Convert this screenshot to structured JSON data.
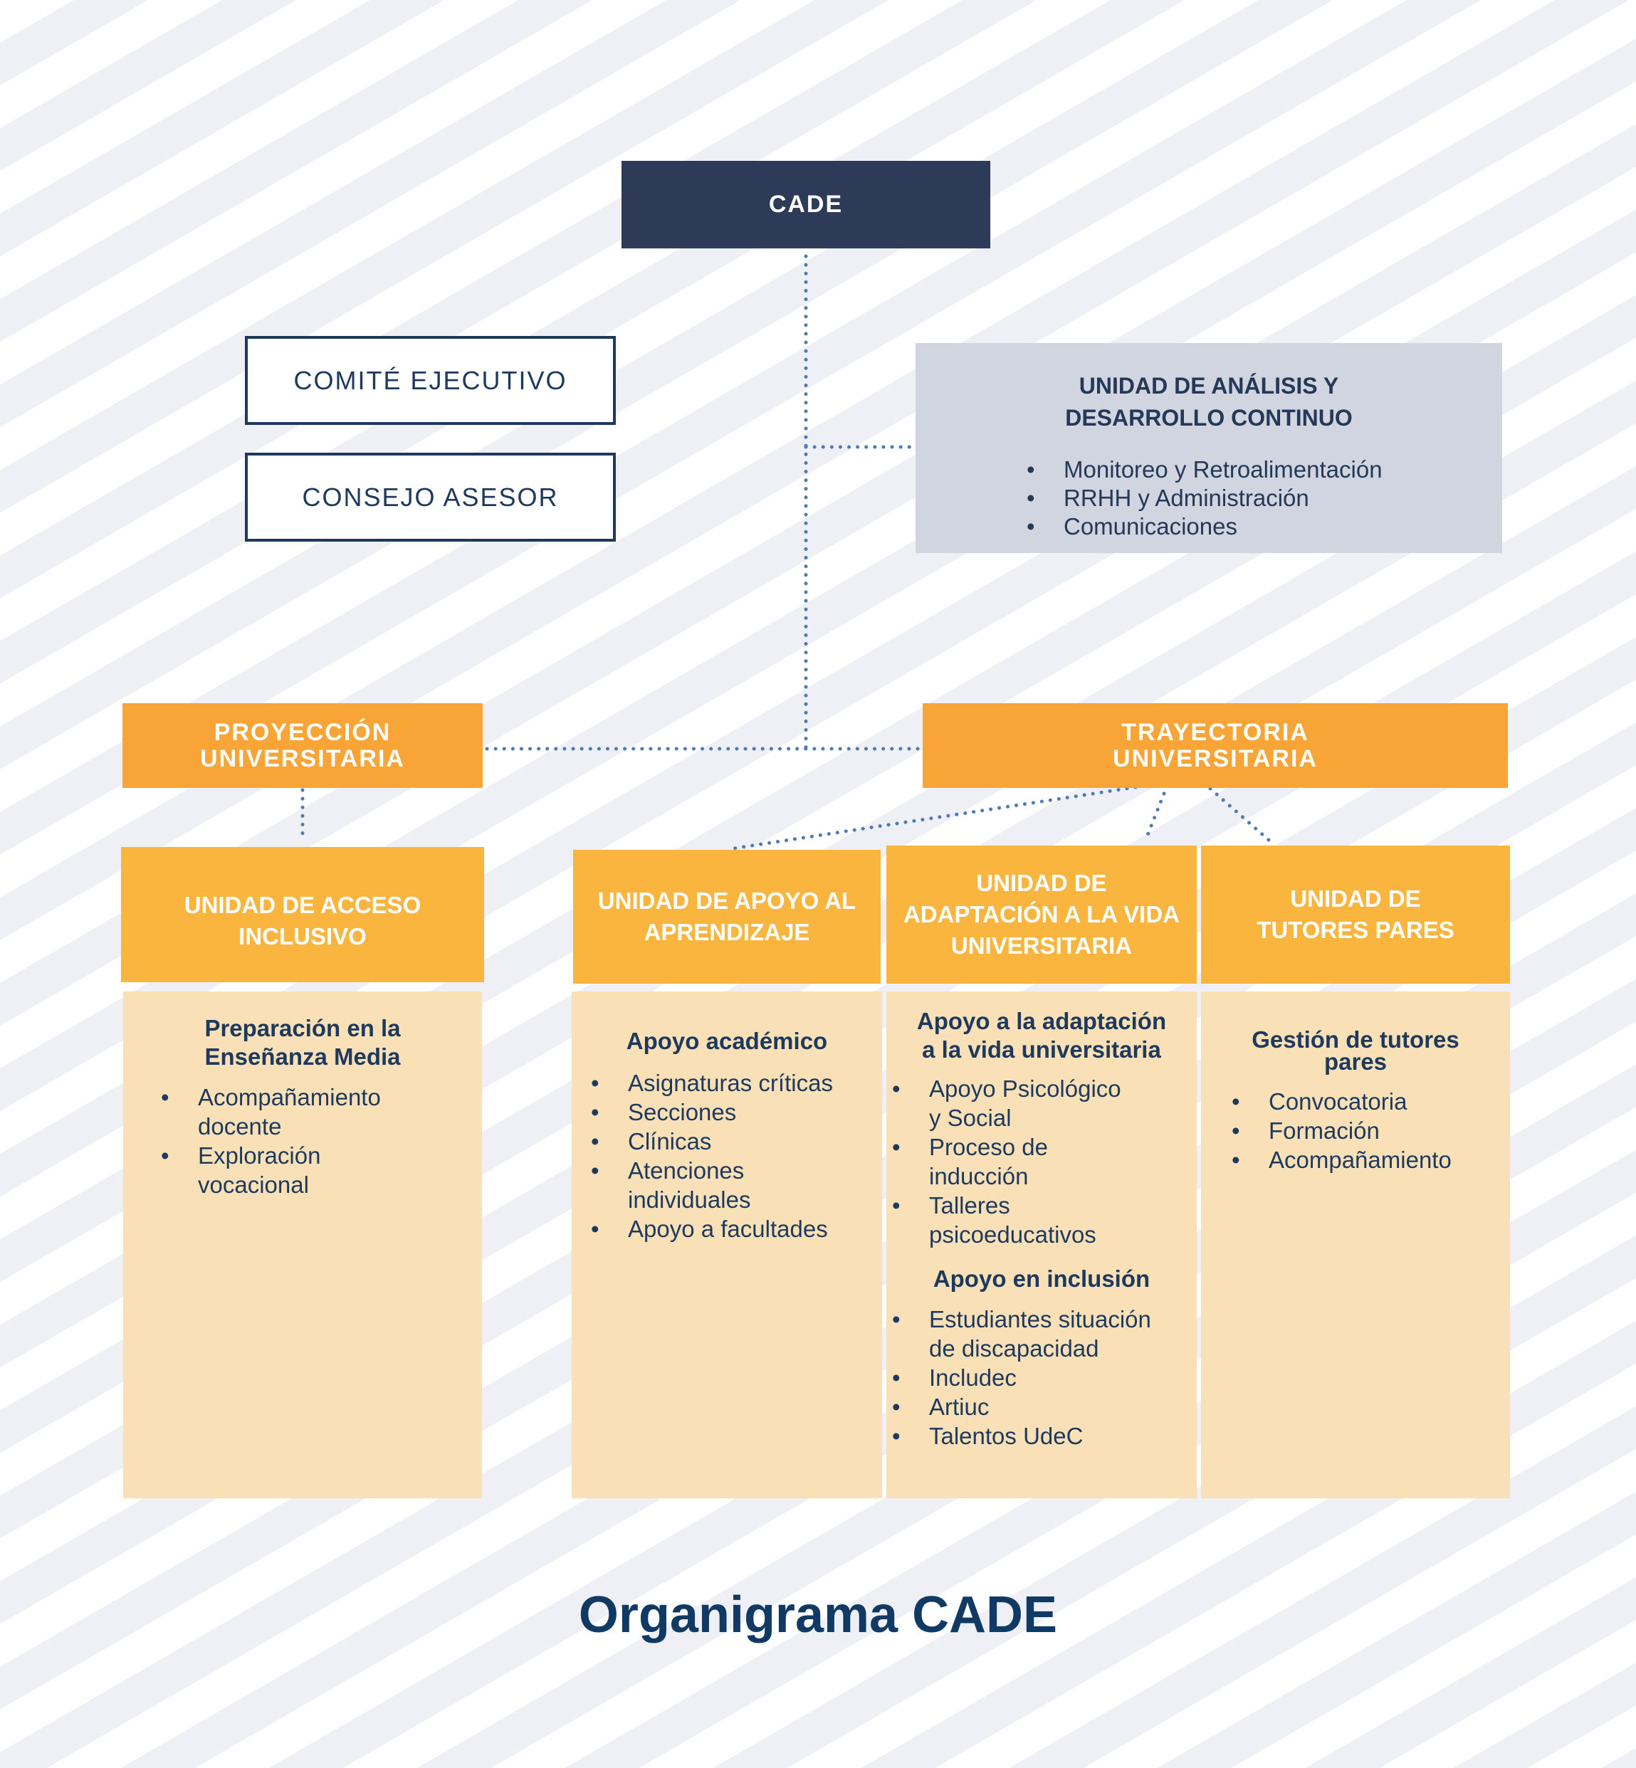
{
  "title": "Organigrama CADE",
  "root": {
    "label": "CADE"
  },
  "advisory": {
    "comite": "COMITÉ EJECUTIVO",
    "consejo": "CONSEJO ASESOR"
  },
  "analysis_unit": {
    "title_line1": "UNIDAD DE ANÁLISIS Y",
    "title_line2": "DESARROLLO CONTINUO",
    "items": [
      "Monitoreo y Retroalimentación",
      "RRHH y Administración",
      "Comunicaciones"
    ]
  },
  "branches": {
    "proyeccion": {
      "line1": "PROYECCIÓN",
      "line2": "UNIVERSITARIA"
    },
    "trayectoria": {
      "line1": "TRAYECTORIA",
      "line2": "UNIVERSITARIA"
    }
  },
  "units": [
    {
      "head": [
        "UNIDAD DE ACCESO",
        "INCLUSIVO"
      ],
      "sections": [
        {
          "title": [
            "Preparación en la",
            "Enseñanza Media"
          ],
          "items": [
            [
              "Acompañamiento",
              "docente"
            ],
            [
              "Exploración",
              "vocacional"
            ]
          ]
        }
      ]
    },
    {
      "head": [
        "UNIDAD DE APOYO AL",
        "APRENDIZAJE"
      ],
      "sections": [
        {
          "title": [
            "Apoyo académico"
          ],
          "items": [
            [
              "Asignaturas críticas"
            ],
            [
              "Secciones"
            ],
            [
              "Clínicas"
            ],
            [
              "Atenciones",
              "individuales"
            ],
            [
              "Apoyo a facultades"
            ]
          ]
        }
      ]
    },
    {
      "head": [
        "UNIDAD DE",
        "ADAPTACIÓN A LA VIDA",
        "UNIVERSITARIA"
      ],
      "sections": [
        {
          "title": [
            "Apoyo a la adaptación",
            "a la vida universitaria"
          ],
          "items": [
            [
              "Apoyo Psicológico",
              "y Social"
            ],
            [
              "Proceso de",
              "inducción"
            ],
            [
              "Talleres",
              "psicoeducativos"
            ]
          ]
        },
        {
          "title": [
            "Apoyo en inclusión"
          ],
          "items": [
            [
              "Estudiantes situación",
              "de discapacidad"
            ],
            [
              "Includec"
            ],
            [
              "Artiuc"
            ],
            [
              "Talentos UdeC"
            ]
          ]
        }
      ]
    },
    {
      "head": [
        "UNIDAD DE",
        "TUTORES PARES"
      ],
      "sections": [
        {
          "title": [
            "Gestión de tutores",
            "pares"
          ],
          "items": [
            [
              "Convocatoria"
            ],
            [
              "Formación"
            ],
            [
              "Acompañamiento"
            ]
          ]
        }
      ]
    }
  ],
  "colors": {
    "navy": "#2d3b58",
    "orange": "#f9a436",
    "amber": "#fab53f",
    "cream": "#fae0b7",
    "grey": "#d0d5df",
    "dots": "#4f7bb3"
  }
}
